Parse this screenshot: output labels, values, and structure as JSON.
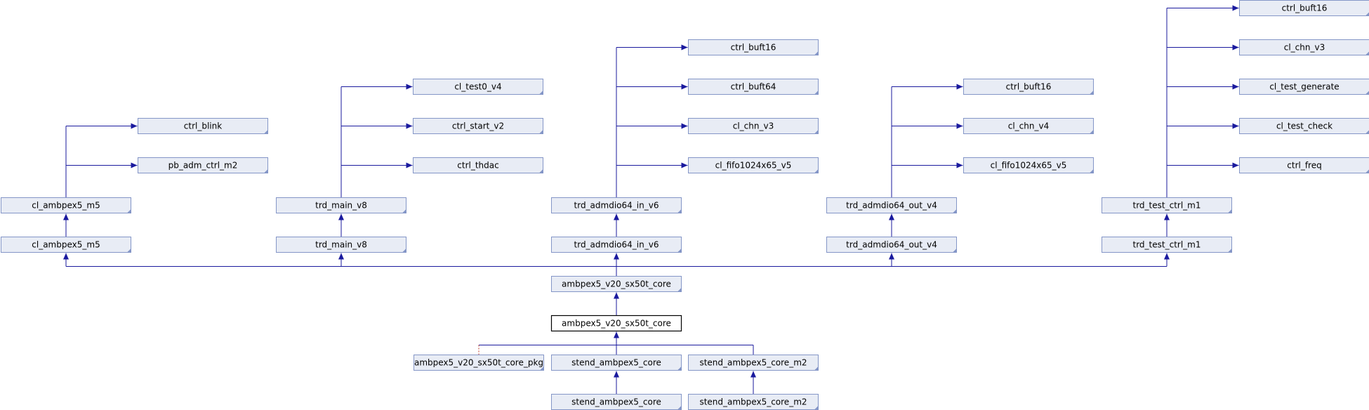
{
  "diagram": {
    "nodes": [
      {
        "id": "n_clamb5_top",
        "label": "cl_ambpex5_m5"
      },
      {
        "id": "n_ctrl_blink",
        "label": "ctrl_blink"
      },
      {
        "id": "n_pb_adm",
        "label": "pb_adm_ctrl_m2"
      },
      {
        "id": "n_clamb5_bot",
        "label": "cl_ambpex5_m5"
      },
      {
        "id": "n_trdmain_top",
        "label": "trd_main_v8"
      },
      {
        "id": "n_cl_test0",
        "label": "cl_test0_v4"
      },
      {
        "id": "n_ctrl_start",
        "label": "ctrl_start_v2"
      },
      {
        "id": "n_ctrl_thdac",
        "label": "ctrl_thdac"
      },
      {
        "id": "n_trdmain_bot",
        "label": "trd_main_v8"
      },
      {
        "id": "n_in_top",
        "label": "trd_admdio64_in_v6"
      },
      {
        "id": "n_in_buft16",
        "label": "ctrl_buft16"
      },
      {
        "id": "n_in_buft64",
        "label": "ctrl_buft64"
      },
      {
        "id": "n_in_chn",
        "label": "cl_chn_v3"
      },
      {
        "id": "n_in_fifo",
        "label": "cl_fifo1024x65_v5"
      },
      {
        "id": "n_in_bot",
        "label": "trd_admdio64_in_v6"
      },
      {
        "id": "n_out_top",
        "label": "trd_admdio64_out_v4"
      },
      {
        "id": "n_out_buft16",
        "label": "ctrl_buft16"
      },
      {
        "id": "n_out_chn",
        "label": "cl_chn_v4"
      },
      {
        "id": "n_out_fifo",
        "label": "cl_fifo1024x65_v5"
      },
      {
        "id": "n_out_bot",
        "label": "trd_admdio64_out_v4"
      },
      {
        "id": "n_test_top",
        "label": "trd_test_ctrl_m1"
      },
      {
        "id": "n_test_buft16",
        "label": "ctrl_buft16"
      },
      {
        "id": "n_test_chn",
        "label": "cl_chn_v3"
      },
      {
        "id": "n_test_gen",
        "label": "cl_test_generate"
      },
      {
        "id": "n_test_check",
        "label": "cl_test_check"
      },
      {
        "id": "n_test_freq",
        "label": "ctrl_freq"
      },
      {
        "id": "n_test_bot",
        "label": "trd_test_ctrl_m1"
      },
      {
        "id": "n_core_arch",
        "label": "ambpex5_v20_sx50t_core"
      },
      {
        "id": "n_core_ent",
        "label": "ambpex5_v20_sx50t_core"
      },
      {
        "id": "n_core_pkg",
        "label": "ambpex5_v20_sx50t_core_pkg"
      },
      {
        "id": "n_stend_mid",
        "label": "stend_ambpex5_core"
      },
      {
        "id": "n_stendm2_mid",
        "label": "stend_ambpex5_core_m2"
      },
      {
        "id": "n_stend_bot",
        "label": "stend_ambpex5_core"
      },
      {
        "id": "n_stendm2_bot",
        "label": "stend_ambpex5_core_m2"
      }
    ]
  }
}
